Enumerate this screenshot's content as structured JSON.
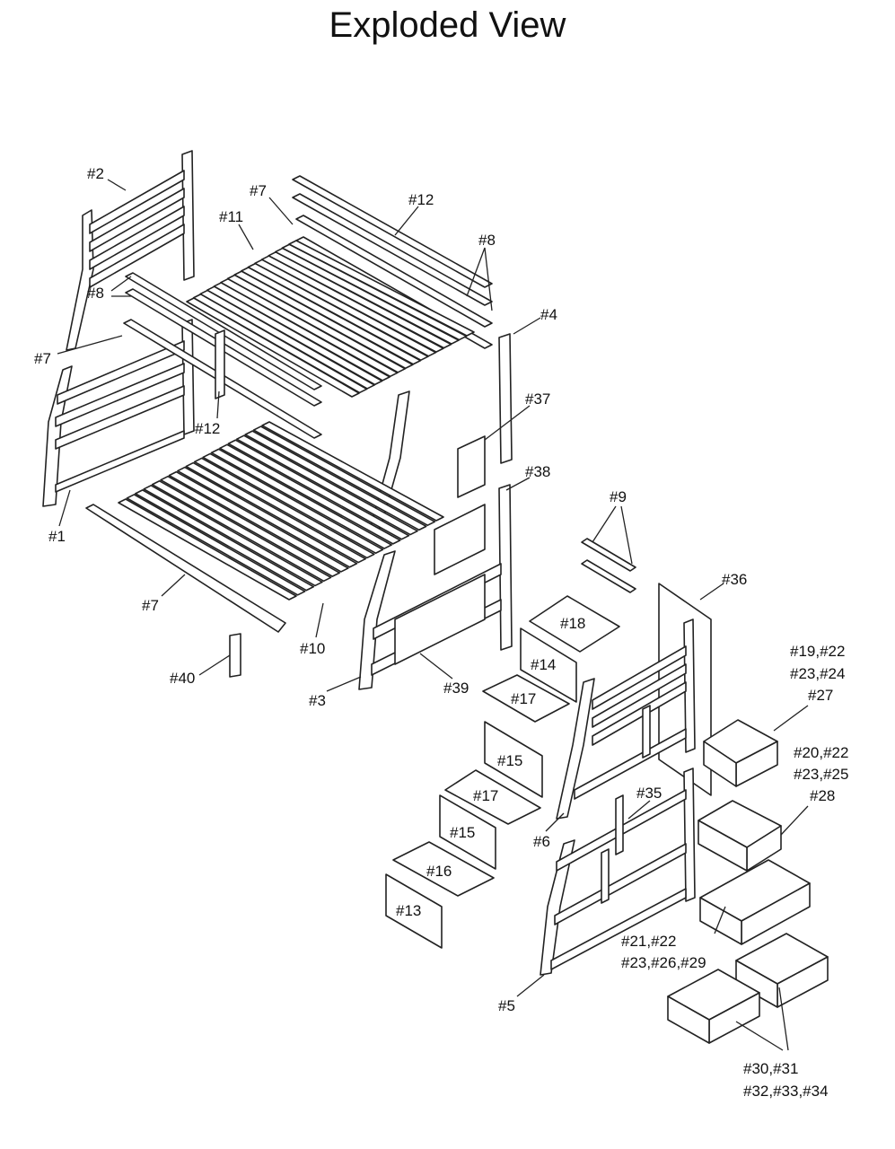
{
  "title": "Exploded View",
  "labels": {
    "p2": "#2",
    "p7a": "#7",
    "p12a": "#12",
    "p11": "#11",
    "p8a": "#8",
    "p8b": "#8",
    "p4": "#4",
    "p7b": "#7",
    "p37": "#37",
    "p12b": "#12",
    "p38": "#38",
    "p9": "#9",
    "p1": "#1",
    "p36": "#36",
    "p7c": "#7",
    "p18": "#18",
    "p10": "#10",
    "d1a": "#19,#22",
    "d1b": "#23,#24",
    "d1c": "#27",
    "p14": "#14",
    "p40": "#40",
    "p39": "#39",
    "p3": "#3",
    "p17a": "#17",
    "d2a": "#20,#22",
    "d2b": "#23,#25",
    "d2c": "#28",
    "p15a": "#15",
    "p35": "#35",
    "p17b": "#17",
    "p6": "#6",
    "p15b": "#15",
    "p16": "#16",
    "p13": "#13",
    "d3a": "#21,#22",
    "d3b": "#23,#26,#29",
    "p5": "#5",
    "d4a": "#30,#31",
    "d4b": "#32,#33,#34"
  }
}
